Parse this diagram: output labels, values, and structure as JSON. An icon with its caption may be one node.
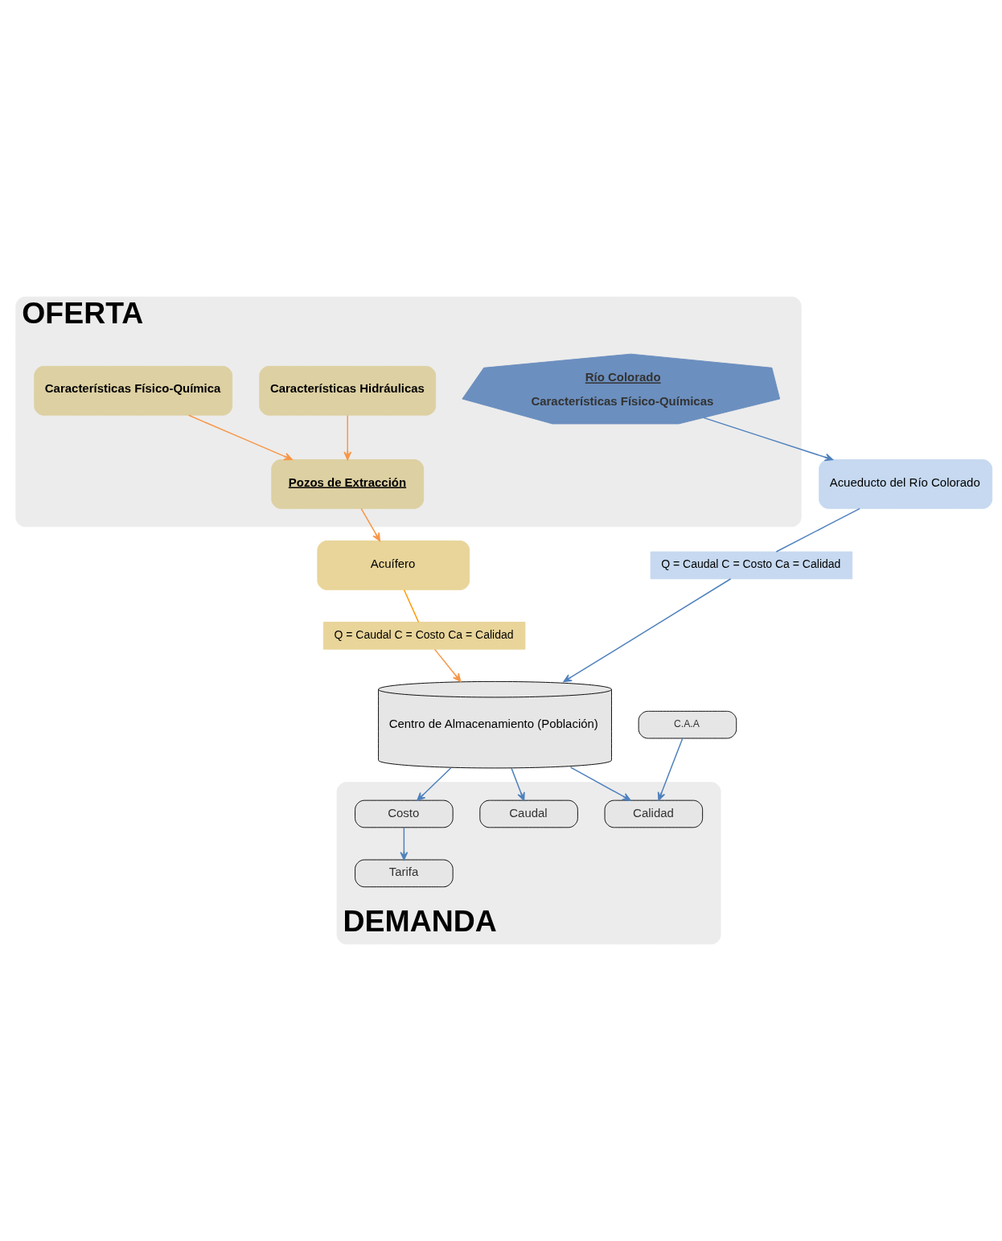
{
  "diagram": {
    "nodes": [
      {
        "text": [
          "OFERTA"
        ]
      },
      {
        "text": [
          "Río Colorado",
          "Características Físico-Químicas"
        ],
        "in": 0
      },
      {
        "text": [
          "Características Hidráulicas"
        ],
        "in": 0
      },
      {
        "text": [
          "Características Físico-Química"
        ],
        "in": 0
      },
      {
        "text": [
          "Pozos de Extracción"
        ],
        "in": 0
      },
      {
        "text": [
          "Acueducto del Río Colorado"
        ]
      },
      {
        "text": [
          "Acuífero"
        ]
      },
      {
        "text": [
          "Q = Caudal C = Costo Ca = Calidad"
        ]
      },
      {
        "text": [
          "Q = Caudal C = Costo Ca = Calidad"
        ]
      },
      {
        "text": [
          "Centro de Almacenamiento (Población)"
        ]
      },
      {
        "text": [
          "C.A.A"
        ]
      },
      {
        "text": [
          "DEMANDA"
        ]
      },
      {
        "text": [
          "Caudal"
        ],
        "in": 11
      },
      {
        "text": [
          "Costo"
        ],
        "in": 11
      },
      {
        "text": [
          "Calidad"
        ],
        "in": 11
      },
      {
        "text": [
          "Tarifa"
        ],
        "in": 11
      }
    ],
    "edges": [
      {
        "from": 1,
        "to": 5,
        "arrow": "to"
      },
      {
        "from": 2,
        "to": 4,
        "arrow": "to",
        "color": "#f79646"
      },
      {
        "from": 3,
        "to": 4,
        "arrow": "to",
        "color": "#f79646"
      },
      {
        "from": 4,
        "to": 6,
        "arrow": "to",
        "color": "#f79646"
      },
      {
        "from": 5,
        "to": 7,
        "arrow": "none"
      },
      {
        "from": 6,
        "to": 8,
        "arrow": "none",
        "color": "#ff9900"
      },
      {
        "from": 7,
        "to": 9,
        "arrow": "to"
      },
      {
        "from": 8,
        "to": 9,
        "arrow": "to",
        "color": "#f79646"
      },
      {
        "from": 9,
        "to": 12,
        "arrow": "to"
      },
      {
        "from": 9,
        "to": 13,
        "arrow": "to"
      },
      {
        "from": 9,
        "to": 14,
        "arrow": "to"
      },
      {
        "from": 10,
        "to": 14,
        "arrow": "to"
      },
      {
        "from": 13,
        "to": 15,
        "arrow": "to"
      }
    ]
  }
}
